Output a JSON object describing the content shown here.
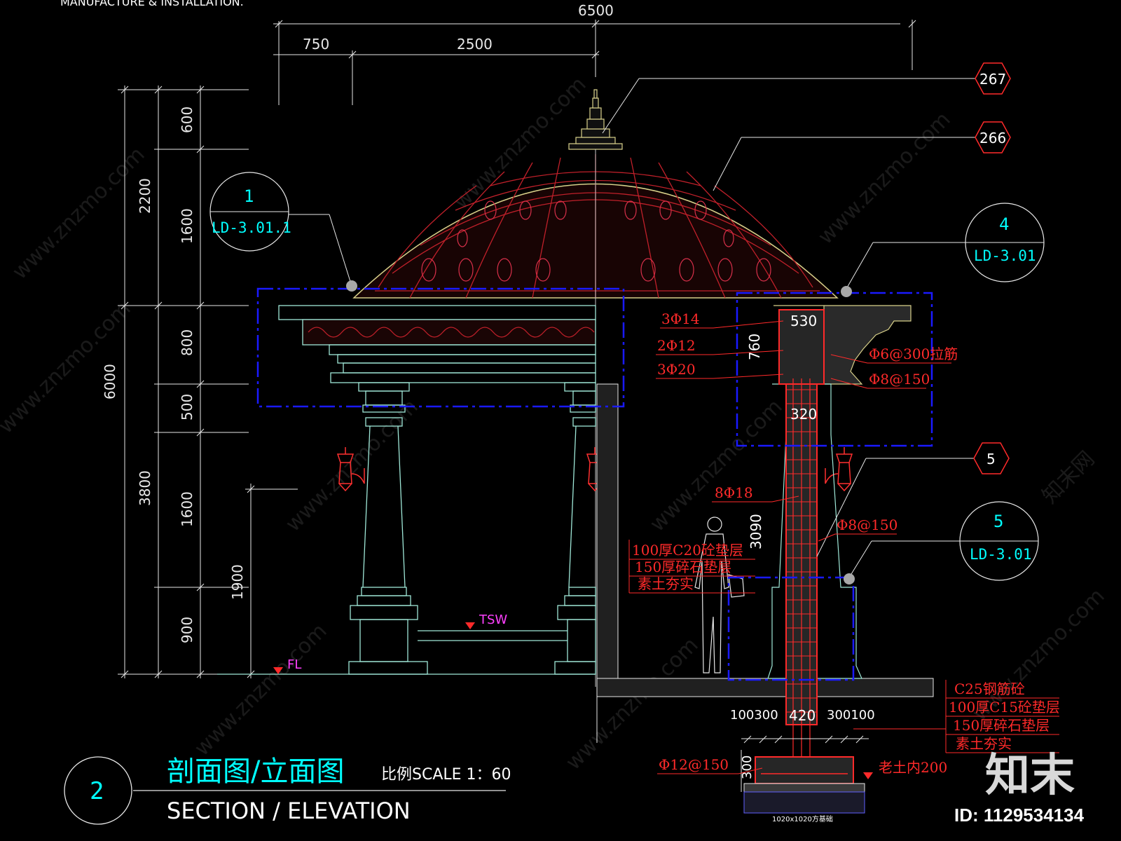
{
  "header_text": "MANUFACTURE & INSTALLATION.",
  "top_dims": {
    "overall": "6500",
    "left": "750",
    "middle": "2500"
  },
  "left_dims": {
    "overall": "6000",
    "upper": "2200",
    "lower": "3800",
    "mid": "1900",
    "segments": [
      "600",
      "1600",
      "800",
      "500",
      "1600",
      "900"
    ]
  },
  "callouts": [
    {
      "number": "1",
      "ref": "LD-3.01.1"
    },
    {
      "number": "4",
      "ref": "LD-3.01"
    },
    {
      "number": "5",
      "ref": "LD-3.01"
    }
  ],
  "tags": [
    "267",
    "266",
    "5"
  ],
  "rebar_labels": [
    "3Φ14",
    "2Φ12",
    "3Φ20",
    "Φ6@300拉筋",
    "Φ8@150",
    "8Φ18",
    "Φ8@150",
    "Φ12@150"
  ],
  "section_dims": [
    "530",
    "760",
    "320",
    "3090",
    "100300",
    "420",
    "300100",
    "300",
    "1020x1020方基础"
  ],
  "layer_notes": [
    "100厚C20砼垫层",
    "150厚碎石垫层",
    "素土夯实"
  ],
  "foundation_notes": [
    "C25钢筋砼",
    "100厚C15砼垫层",
    "150厚碎石垫层",
    "素土夯实"
  ],
  "soil_note": "老土内200",
  "levels": {
    "tsw": "TSW",
    "fl": "FL"
  },
  "title": {
    "number": "2",
    "zh": "剖面图/立面图",
    "scale": "比例SCALE 1：60",
    "en": "SECTION / ELEVATION"
  },
  "watermark": {
    "brand": "知末",
    "id": "ID: 1129534134",
    "site": "www.znzmo.com",
    "site_zh": "知末网"
  },
  "colors": {
    "background": "#000000",
    "dimension": "#e8e8e8",
    "rebar": "#ff2a2a",
    "callout": "#00ffff",
    "detail_box": "#1a1aff",
    "structure": "#9fe8d8",
    "dome_ornament": "#c0202a",
    "level_marker": "#ff40ff"
  }
}
